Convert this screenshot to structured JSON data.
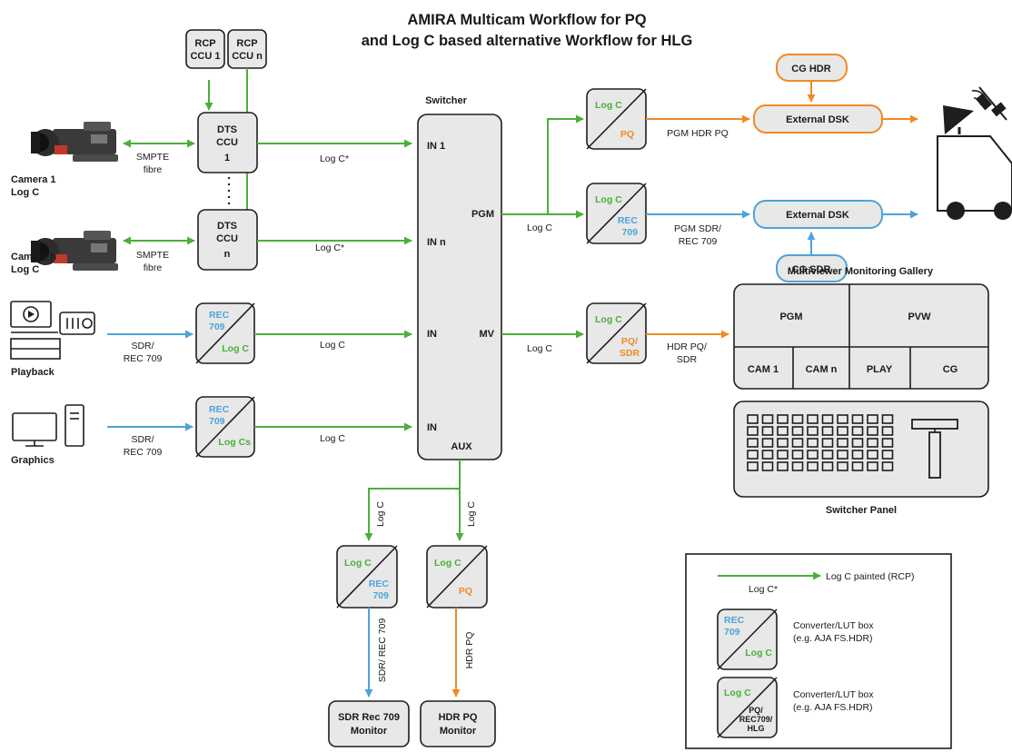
{
  "title": {
    "line1": "AMIRA Multicam Workflow for PQ",
    "line2": "and Log C based alternative Workflow for HLG"
  },
  "colors": {
    "green": "#4caf3a",
    "blue": "#4ea3d8",
    "orange": "#f08a24",
    "box_fill": "#e8e8e8",
    "stroke": "#1e1e1e"
  },
  "sources": {
    "camera1": {
      "line1": "Camera 1",
      "line2": "Log C",
      "icon": "camera-icon"
    },
    "cameran": {
      "line1": "Camera n",
      "line2": "Log C",
      "icon": "camera-icon"
    },
    "playback": {
      "label": "Playback",
      "icon": "playback-icon"
    },
    "graphics": {
      "label": "Graphics",
      "icon": "graphics-icon"
    }
  },
  "rcp": [
    {
      "line1": "RCP",
      "line2": "CCU 1"
    },
    {
      "line1": "RCP",
      "line2": "CCU n"
    }
  ],
  "ccu": [
    {
      "line1": "DTS",
      "line2": "CCU",
      "line3": "1"
    },
    {
      "line1": "DTS",
      "line2": "CCU",
      "line3": "n"
    }
  ],
  "signal_labels": {
    "smpte": "SMPTE",
    "fibre": "fibre",
    "logc_painted": "Log C*",
    "logc": "Log C",
    "sdr": "SDR/",
    "rec709": "REC 709",
    "sdr_rec709": "SDR/ REC 709",
    "hdr_pq": "HDR PQ",
    "pgm_hdr_pq": "PGM HDR PQ",
    "pgm_sdr": "PGM SDR/",
    "hdr_pq_sdr_1": "HDR PQ/",
    "hdr_pq_sdr_2": "SDR"
  },
  "switcher": {
    "title": "Switcher",
    "in1": "IN 1",
    "inn": "IN n",
    "in": "IN",
    "pgm": "PGM",
    "mv": "MV",
    "aux": "AUX"
  },
  "converters": {
    "rec709_l1": "REC",
    "rec709_l2": "709",
    "logc": "Log C",
    "logcs": "Log Cs",
    "pq": "PQ",
    "pq_sdr_l1": "PQ/",
    "pq_sdr_l2": "SDR",
    "legend_l1": "PQ/",
    "legend_l2": "REC709/",
    "legend_l3": "HLG"
  },
  "dsk": {
    "label": "External DSK",
    "cg_hdr": "CG HDR",
    "cg_sdr": "CG SDR"
  },
  "multiviewer": {
    "title": "Multiviewer Monitoring Gallery",
    "cells": [
      "PGM",
      "PVW",
      "CAM 1",
      "CAM n",
      "PLAY",
      "CG"
    ]
  },
  "switcher_panel": {
    "label": "Switcher Panel"
  },
  "monitors": {
    "sdr": {
      "line1": "SDR Rec 709",
      "line2": "Monitor"
    },
    "hdr": {
      "line1": "HDR PQ",
      "line2": "Monitor"
    }
  },
  "legend": {
    "arrow_text": "Log C painted (RCP)",
    "arrow_under": "Log C*",
    "conv_l1": "Converter/LUT box",
    "conv_l2": "(e.g. AJA FS.HDR)"
  },
  "outputs": {
    "satellite_icon": "satellite-icon",
    "ob_van_icon": "ob-van-icon"
  }
}
